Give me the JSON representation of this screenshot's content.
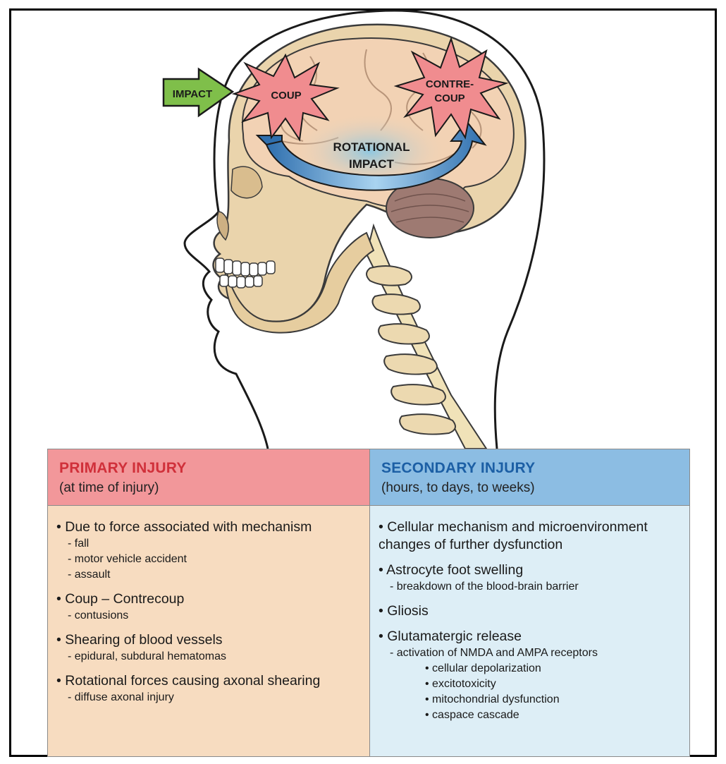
{
  "diagram_labels": {
    "impact": "IMPACT",
    "coup": "COUP",
    "contrecoup_line1": "CONTRE-",
    "contrecoup_line2": "COUP",
    "rotational_line1": "ROTATIONAL",
    "rotational_line2": "IMPACT"
  },
  "colors": {
    "impact_arrow": "#7fbf4a",
    "coup_burst": "#f08c8f",
    "rotation_arrow": "#3f86c8",
    "brain": "#f2d2b4",
    "skull": "#ead4ac",
    "cerebellum": "#9e7a72",
    "primary_header": "#f2979a",
    "primary_title": "#d0303a",
    "primary_body": "#f7dcc0",
    "secondary_header": "#8cbde3",
    "secondary_title": "#1c5fa5",
    "secondary_body": "#ddeef6"
  },
  "primary": {
    "title": "PRIMARY INJURY",
    "subtitle": "(at time of injury)",
    "items": [
      {
        "main": "• Due to force associated with mechanism",
        "subs": [
          "- fall",
          "- motor vehicle accident",
          "- assault"
        ]
      },
      {
        "main": "• Coup – Contrecoup",
        "subs": [
          "- contusions"
        ]
      },
      {
        "main": "• Shearing of blood vessels",
        "subs": [
          "- epidural, subdural hematomas"
        ]
      },
      {
        "main": "• Rotational forces causing axonal shearing",
        "subs": [
          "- diffuse axonal injury"
        ]
      }
    ]
  },
  "secondary": {
    "title": "SECONDARY INJURY",
    "subtitle": "(hours, to days, to weeks)",
    "items": [
      {
        "main_line1": "• Cellular mechanism and microenvironment",
        "main_line2": "changes of further dysfunction"
      },
      {
        "main": "• Astrocyte foot swelling",
        "subs": [
          "- breakdown of the blood-brain barrier"
        ]
      },
      {
        "main": "• Gliosis"
      },
      {
        "main": "• Glutamatergic release",
        "subs": [
          "- activation of NMDA and AMPA receptors"
        ],
        "subsubs": [
          "• cellular depolarization",
          "• excitotoxicity",
          "• mitochondrial dysfunction",
          "• caspace cascade"
        ]
      }
    ]
  }
}
